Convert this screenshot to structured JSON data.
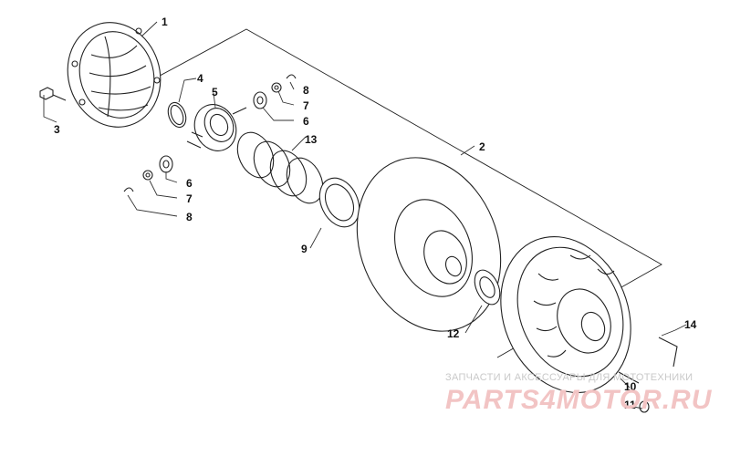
{
  "callouts": {
    "c1": "1",
    "c2": "2",
    "c3": "3",
    "c4": "4",
    "c5": "5",
    "c6a": "6",
    "c6b": "6",
    "c7a": "7",
    "c7b": "7",
    "c8a": "8",
    "c8b": "8",
    "c9": "9",
    "c10": "10",
    "c11": "11",
    "c12": "12",
    "c13": "13",
    "c14": "14"
  },
  "watermark": {
    "top_line": "ЗАПЧАСТИ И АКСЕССУАРЫ ДЛЯ МОТОТЕХНИКИ",
    "brand": "PARTS4MOTOR.RU"
  },
  "colors": {
    "line": "#222222",
    "watermark_brand": "#f2c4c4",
    "watermark_text": "#c9c9c9"
  }
}
